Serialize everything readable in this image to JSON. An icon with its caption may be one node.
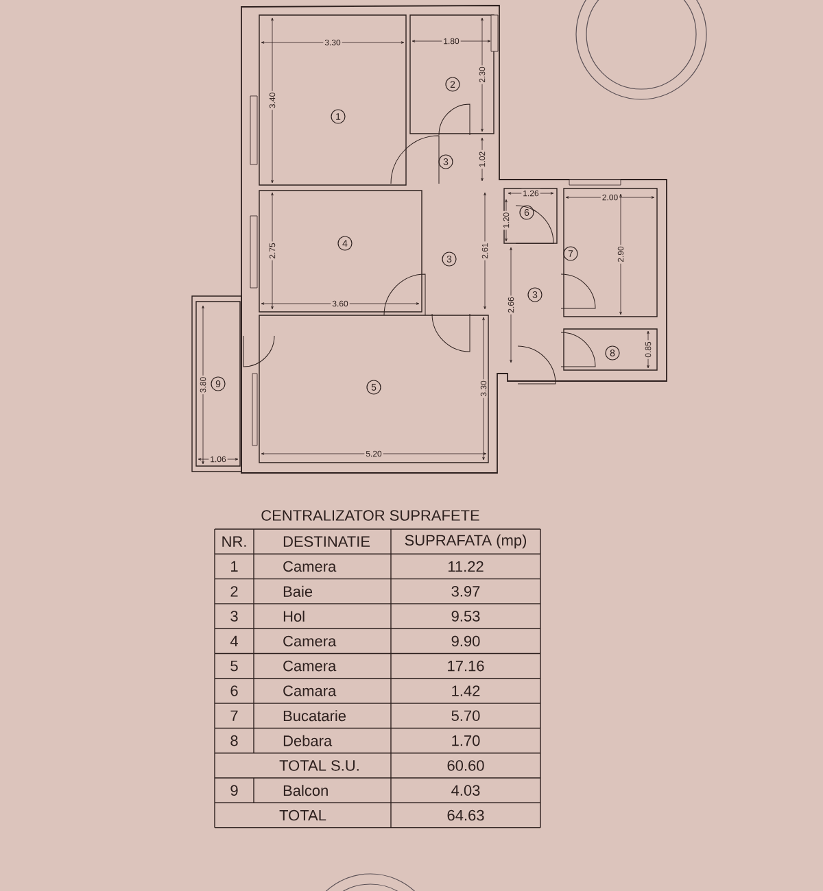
{
  "diagram": {
    "title": "CENTRALIZATOR SUPRAFETE",
    "nodes": [
      {
        "text": [
          "1"
        ]
      },
      {
        "text": [
          "2"
        ]
      },
      {
        "text": [
          "3"
        ]
      },
      {
        "text": [
          "4"
        ]
      },
      {
        "text": [
          "3"
        ]
      },
      {
        "text": [
          "6"
        ]
      },
      {
        "text": [
          "7"
        ]
      },
      {
        "text": [
          "3"
        ]
      },
      {
        "text": [
          "8"
        ]
      },
      {
        "text": [
          "9"
        ]
      },
      {
        "text": [
          "5"
        ]
      }
    ],
    "labels": [
      "3.30",
      "1.80",
      "2.30",
      "3.40",
      "1.02",
      "1.26",
      "1.20",
      "2.00",
      "2.75",
      "2.61",
      "2.90",
      "2.66",
      "3.60",
      "0.85",
      "3.80",
      "3.30",
      "5.20",
      "1.06",
      "NR.",
      "DESTINATIE",
      "SUPRAFATA (mp)",
      "1",
      "Camera",
      "11.22",
      "2",
      "Baie",
      "3.97",
      "3",
      "Hol",
      "9.53",
      "4",
      "Camera",
      "9.90",
      "5",
      "Camera",
      "17.16",
      "6",
      "Camara",
      "1.42",
      "7",
      "Bucatarie",
      "5.70",
      "8",
      "Debara",
      "1.70",
      "TOTAL S.U.",
      "60.60",
      "9",
      "Balcon",
      "4.03",
      "TOTAL",
      "64.63"
    ]
  }
}
